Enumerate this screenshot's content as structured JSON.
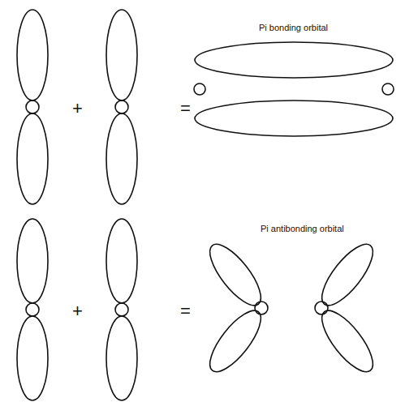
{
  "diagram": {
    "labels": [
      "+",
      "=",
      "Pi bonding orbital",
      "+",
      "=",
      "Pi antibonding orbital"
    ]
  }
}
